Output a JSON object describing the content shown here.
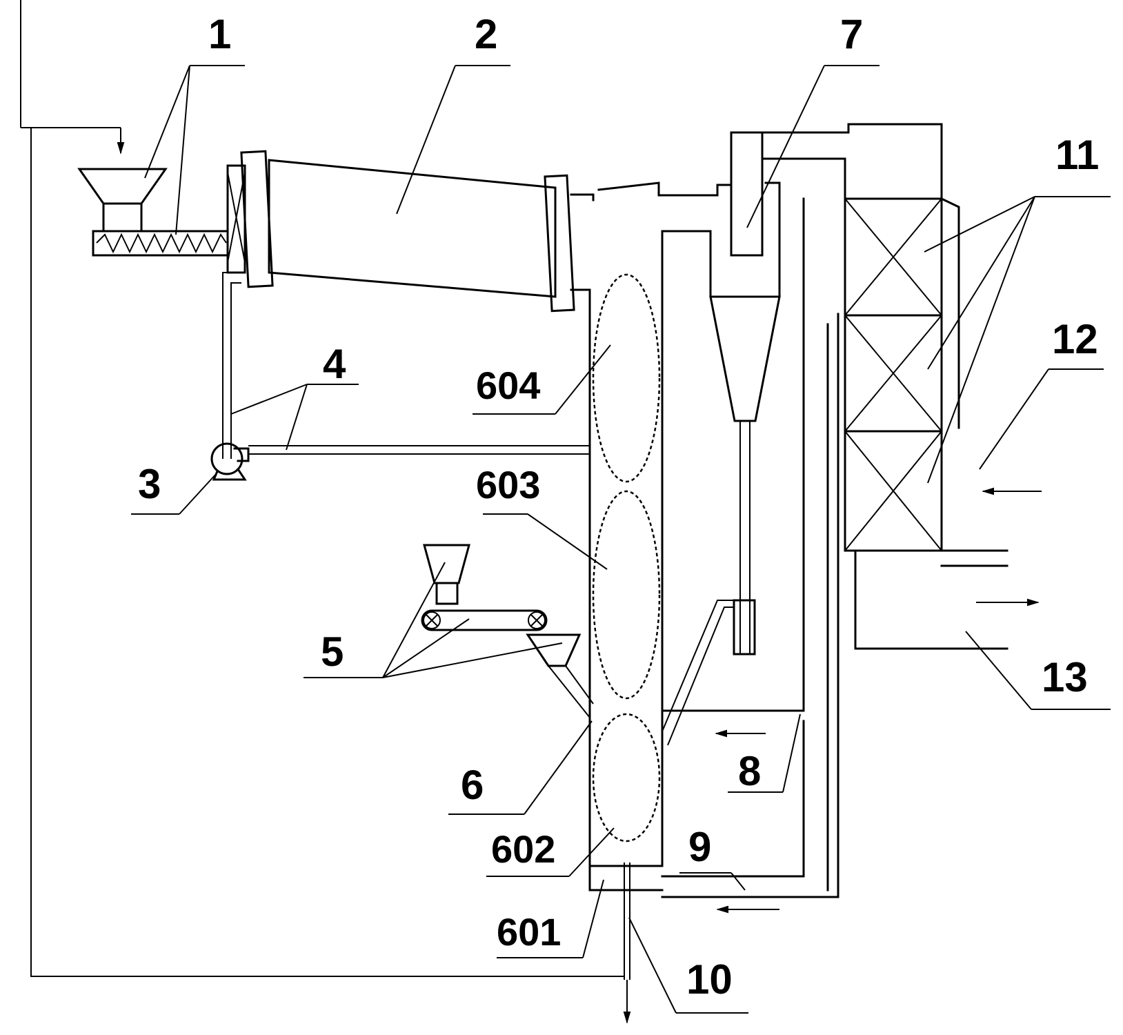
{
  "labels": {
    "l1": "1",
    "l2": "2",
    "l3": "3",
    "l4": "4",
    "l5": "5",
    "l6": "6",
    "l7": "7",
    "l8": "8",
    "l9": "9",
    "l10": "10",
    "l11": "11",
    "l12": "12",
    "l13": "13",
    "l601": "601",
    "l602": "602",
    "l603": "603",
    "l604": "604"
  }
}
